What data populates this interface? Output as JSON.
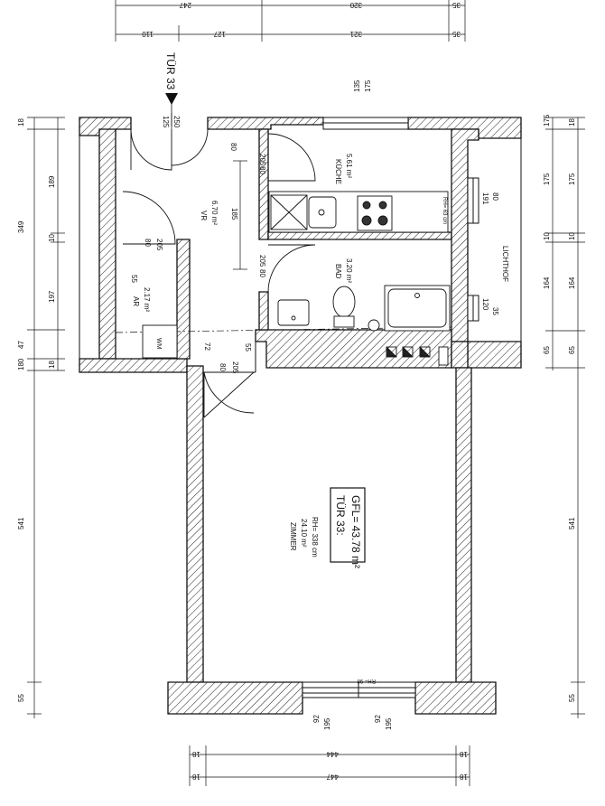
{
  "door_label": "TÜR 33",
  "area_box": {
    "line1": "TÜR 33:",
    "line2": "GFL= 43.78 m²"
  },
  "rooms": {
    "kueche": {
      "name": "KÜCHE",
      "area": "5.61 m²"
    },
    "vr": {
      "name": "VR",
      "area": "6.70 m²"
    },
    "bad": {
      "name": "BAD",
      "area": "3.20 m²"
    },
    "ar": {
      "name": "AR",
      "area": "2.17 m²"
    },
    "zimmer": {
      "name": "ZIMMER",
      "area": "24.10 m²",
      "height": "RH= 338 cm"
    },
    "lichthof": {
      "name": "LICHTHOF"
    }
  },
  "fixtures": {
    "wm": "WM",
    "rh_window_kitchen": "RH= 63 cm",
    "rh_window_zimmer": "RH= 98"
  },
  "dims_top_outer": [
    "247",
    "320",
    "35"
  ],
  "dims_top_inner": [
    "110",
    "127",
    "321",
    "35"
  ],
  "dims_left_outer": [
    "18",
    "349",
    "47",
    "180",
    "541",
    "55"
  ],
  "dims_left_inner": [
    "189",
    "10",
    "197",
    "18"
  ],
  "dims_right_outer": [
    "18",
    "175",
    "10",
    "164",
    "65",
    "541",
    "55"
  ],
  "dims_right_inner": [
    "175",
    "10",
    "164",
    "65"
  ],
  "dims_bottom_inner": [
    "18",
    "444",
    "18"
  ],
  "dims_bottom_outer": [
    "18",
    "447",
    "18"
  ],
  "dims_interior": {
    "vr_door_top_w": "80",
    "vr_door_top_h": "205",
    "vr_width": "185",
    "vr_door_low_w": "80",
    "vr_door_low_h": "205",
    "ar_door_w": "80",
    "ar_door_h": "205",
    "ar_small": "55",
    "z_door_w": "80",
    "z_door_h": "205",
    "z_small": "72",
    "z_55": "55",
    "entry_125": "125",
    "entry_250": "250",
    "kitchen_135": "135",
    "kitchen_175": "175",
    "kw_191": "191",
    "kw_80": "80",
    "bw_120": "120",
    "bw_35": "35",
    "win_92a": "92",
    "win_195a": "195",
    "win_92b": "92",
    "win_195b": "195"
  }
}
